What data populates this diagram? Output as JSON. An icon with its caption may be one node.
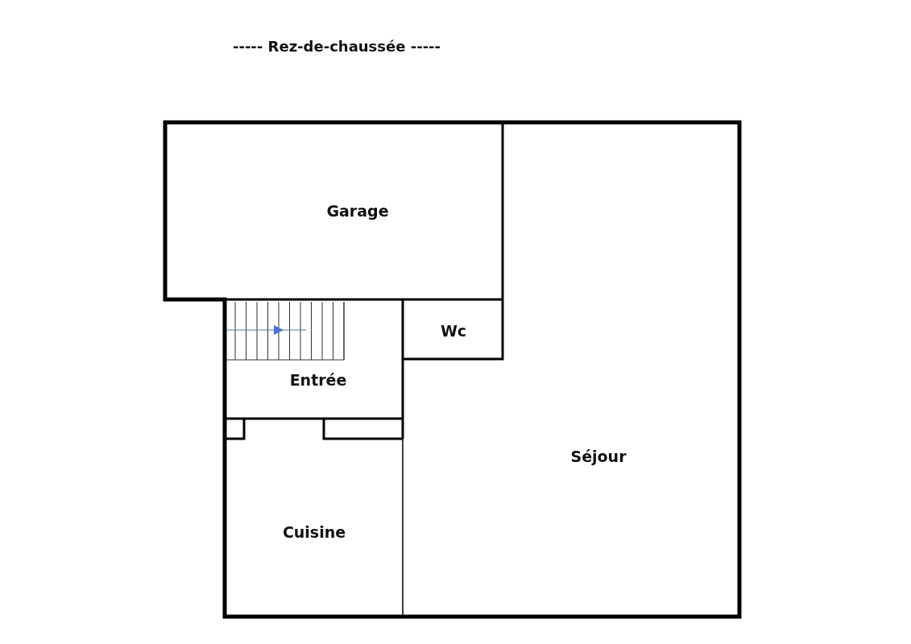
{
  "diagram": {
    "title": "----- Rez-de-chaussée -----",
    "nodes": [
      {
        "text": [
          "Garage"
        ]
      },
      {
        "text": [
          "Wc"
        ]
      },
      {
        "text": [
          "Entrée"
        ]
      },
      {
        "text": [
          "Séjour"
        ]
      },
      {
        "text": [
          "Cuisine"
        ]
      }
    ]
  }
}
